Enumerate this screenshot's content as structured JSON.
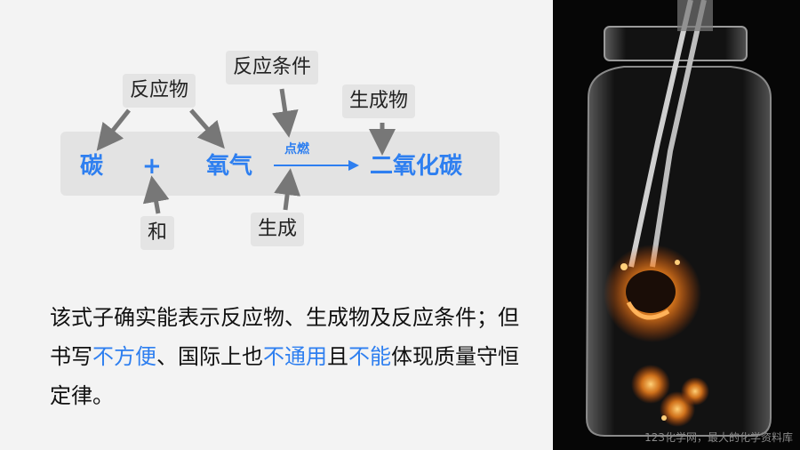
{
  "equation": {
    "reactant1": "碳",
    "plus": "+",
    "reactant2": "氧气",
    "condition": "点燃",
    "product": "二氧化碳"
  },
  "labels": {
    "reactant": "反应物",
    "condition": "反应条件",
    "product": "生成物",
    "and": "和",
    "yields": "生成"
  },
  "description": {
    "p1": "该式子确实能表示反应物、生成物及反应条件；但书写",
    "h1": "不方便",
    "p2": "、国际上也",
    "h2": "不通用",
    "p3": "且",
    "h3": "不能",
    "p4": "体现质量守恒定律。"
  },
  "watermark": "123化学网，最大的化学资料库",
  "colors": {
    "accent": "#2e7ff0",
    "band": "#e3e3e3",
    "label_bg": "#e4e4e4",
    "background": "#f3f3f3"
  }
}
